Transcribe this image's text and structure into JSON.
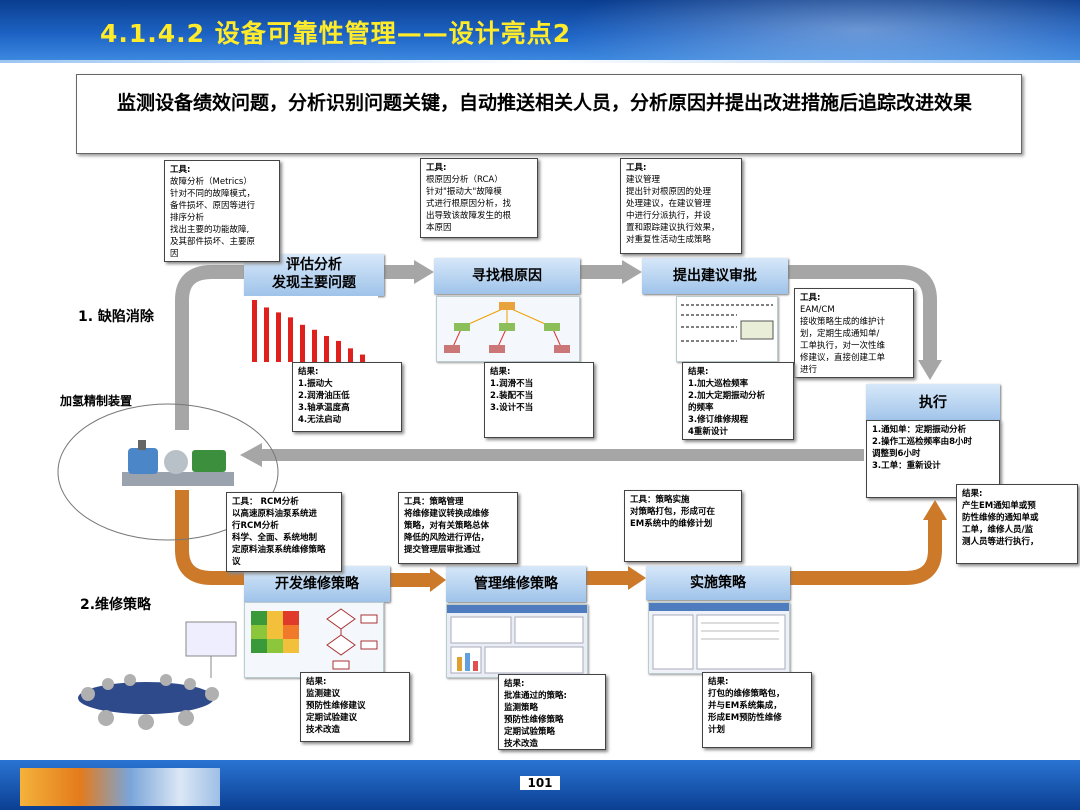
{
  "title": "4.1.4.2 设备可靠性管理——设计亮点2",
  "summary": "监测设备绩效问题，分析识别问题关键，自动推送相关人员，分析原因并提出改进措施后追踪改进效果",
  "labels": {
    "defect": "1. 缺陷消除",
    "strategy": "2.维修策略",
    "device": "加氢精制装置"
  },
  "stages": {
    "evaluate_line1": "评估分析",
    "evaluate_line2": "发现主要问题",
    "root_cause": "寻找根原因",
    "suggest": "提出建议审批",
    "execute": "执行",
    "develop": "开发维修策略",
    "manage": "管理维修策略",
    "implement": "实施策略"
  },
  "boxes": {
    "metrics": {
      "title": "工具:",
      "subtitle": "故障分析（Metrics）",
      "body": "针对不同的故障模式，\n备件损坏、原因等进行\n排序分析\n找出主要的功能故障,\n及其部件损坏、主要原\n因"
    },
    "rca": {
      "title": "工具:",
      "subtitle": "根原因分析（RCA）",
      "body": "针对\"振动大\"故障模\n式进行根原因分析，找\n出导致该故障发生的根\n本原因"
    },
    "build": {
      "title": "工具:",
      "subtitle": "建议管理",
      "body": "提出针对根原因的处理\n处理建议，在建议管理\n中进行分派执行，并设\n置和跟踪建议执行效果，\n对重复性活动生成策略"
    },
    "eam": {
      "title": "工具:",
      "subtitle": "EAM/CM",
      "body": "接收策略生成的维护计\n划，定期生成通知单/\n工单执行，对一次性维\n修建议，直接创建工单\n进行"
    },
    "result1": {
      "title": "结果:",
      "body": "1.振动大\n2.润滑油压低\n3.轴承温度高\n4.无法启动"
    },
    "result2": {
      "title": "结果:",
      "body": "1.润滑不当\n2.装配不当\n3.设计不当"
    },
    "result3": {
      "title": "结果:",
      "body": "1.加大巡检频率\n2.加大定期振动分析\n的频率\n3.修订维修规程\n4重新设计"
    },
    "execute_result": {
      "body": "1.通知单：定期振动分析\n2.操作工巡检频率由8小时\n调整到6小时\n3.工单：重新设计"
    },
    "result_em": {
      "title": "结果:",
      "body": "产生EM通知单或预\n防性维修的通知单或\n工单，维修人员/监\n测人员等进行执行，"
    },
    "rcm": {
      "title": "工具：  RCM分析",
      "body": "以高速原料油泵系统进\n行RCM分析\n科学、全面、系统地制\n定原料油泵系统维修策略\n议"
    },
    "policy": {
      "title": "工具：策略管理",
      "body": "将维修建议转换成维修\n策略，对有关策略总体\n降低的风险进行评估，\n提交管理层审批通过"
    },
    "impl_tool": {
      "title": "工具：策略实施",
      "body": "对策略打包，形成可在\nEM系统中的维修计划"
    },
    "result4": {
      "title": "结果:",
      "body": "监测建议\n预防性维修建议\n定期试验建议\n技术改造"
    },
    "result5": {
      "title": "结果:",
      "body": "批准通过的策略:\n监测策略\n预防性维修策略\n定期试验策略\n技术改造"
    },
    "result6": {
      "title": "结果:",
      "body": "打包的维修策略包，\n并与EM系统集成，\n形成EM预防性维修\n计划"
    }
  },
  "page_number": "101",
  "colors": {
    "header": "#1d63c4",
    "title": "#ffeb2a",
    "stage": "#9fc3ea",
    "flow_gray": "#a6a6a6",
    "flow_orange": "#cc7a2a",
    "bars": "#e0201c"
  }
}
